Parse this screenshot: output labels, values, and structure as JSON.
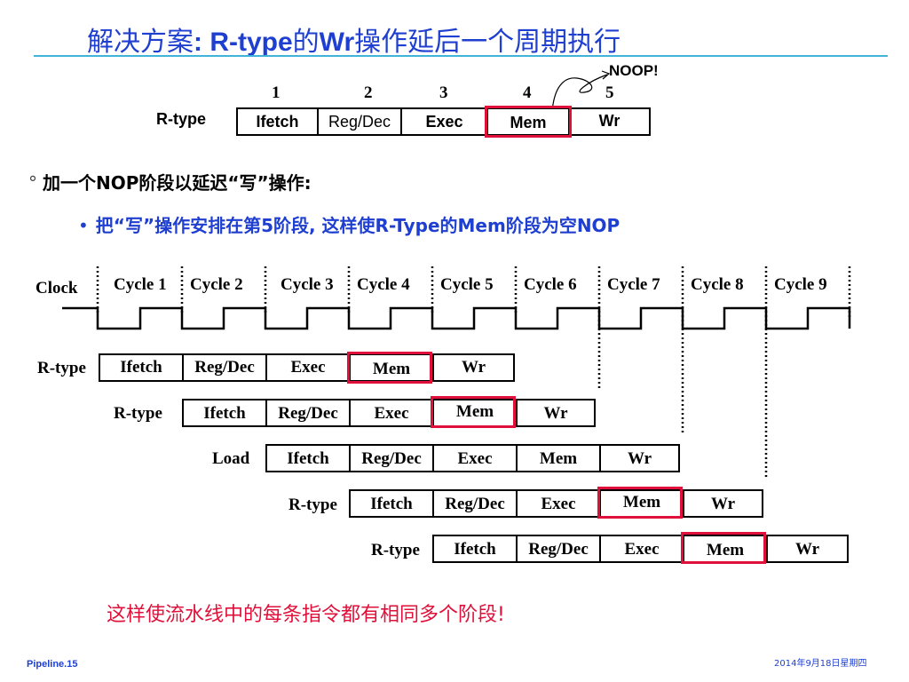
{
  "title": {
    "prefix": "解决方案",
    "colon": ": ",
    "rtype": "R-type",
    "de": "的",
    "wr": "Wr",
    "rest": "操作延后一个周期执行"
  },
  "top_diagram": {
    "noop": "NOOP!",
    "numbers": [
      "1",
      "2",
      "3",
      "4",
      "5"
    ],
    "label": "R-type",
    "stages": [
      "Ifetch",
      "Reg/Dec",
      "Exec",
      "Mem",
      "Wr"
    ]
  },
  "bullet1": {
    "marker": "°",
    "text": "加一个NOP阶段以延迟“写”操作:"
  },
  "bullet2": {
    "marker": "•",
    "text": "把“写”操作安排在第5阶段, 这样使R-Type的Mem阶段为空NOP"
  },
  "timing": {
    "clock_label": "Clock",
    "cycles": [
      "Cycle 1",
      "Cycle 2",
      "Cycle 3",
      "Cycle 4",
      "Cycle 5",
      "Cycle 6",
      "Cycle 7",
      "Cycle 8",
      "Cycle 9"
    ],
    "rows": [
      {
        "label": "R-type",
        "stages": [
          "Ifetch",
          "Reg/Dec",
          "Exec",
          "Mem",
          "Wr"
        ]
      },
      {
        "label": "R-type",
        "stages": [
          "Ifetch",
          "Reg/Dec",
          "Exec",
          "Mem",
          "Wr"
        ]
      },
      {
        "label": "Load",
        "stages": [
          "Ifetch",
          "Reg/Dec",
          "Exec",
          "Mem",
          "Wr"
        ]
      },
      {
        "label": "R-type",
        "stages": [
          "Ifetch",
          "Reg/Dec",
          "Exec",
          "Mem",
          "Wr"
        ]
      },
      {
        "label": "R-type",
        "stages": [
          "Ifetch",
          "Reg/Dec",
          "Exec",
          "Mem",
          "Wr"
        ]
      }
    ]
  },
  "conclusion": "这样使流水线中的每条指令都有相同多个阶段!",
  "footer": {
    "left": "Pipeline.15",
    "right": "2014年9月18日星期四"
  },
  "colors": {
    "accent_blue": "#1f3fd0",
    "highlight_red": "#e0103a",
    "rule_cyan": "#3fb4d8"
  }
}
